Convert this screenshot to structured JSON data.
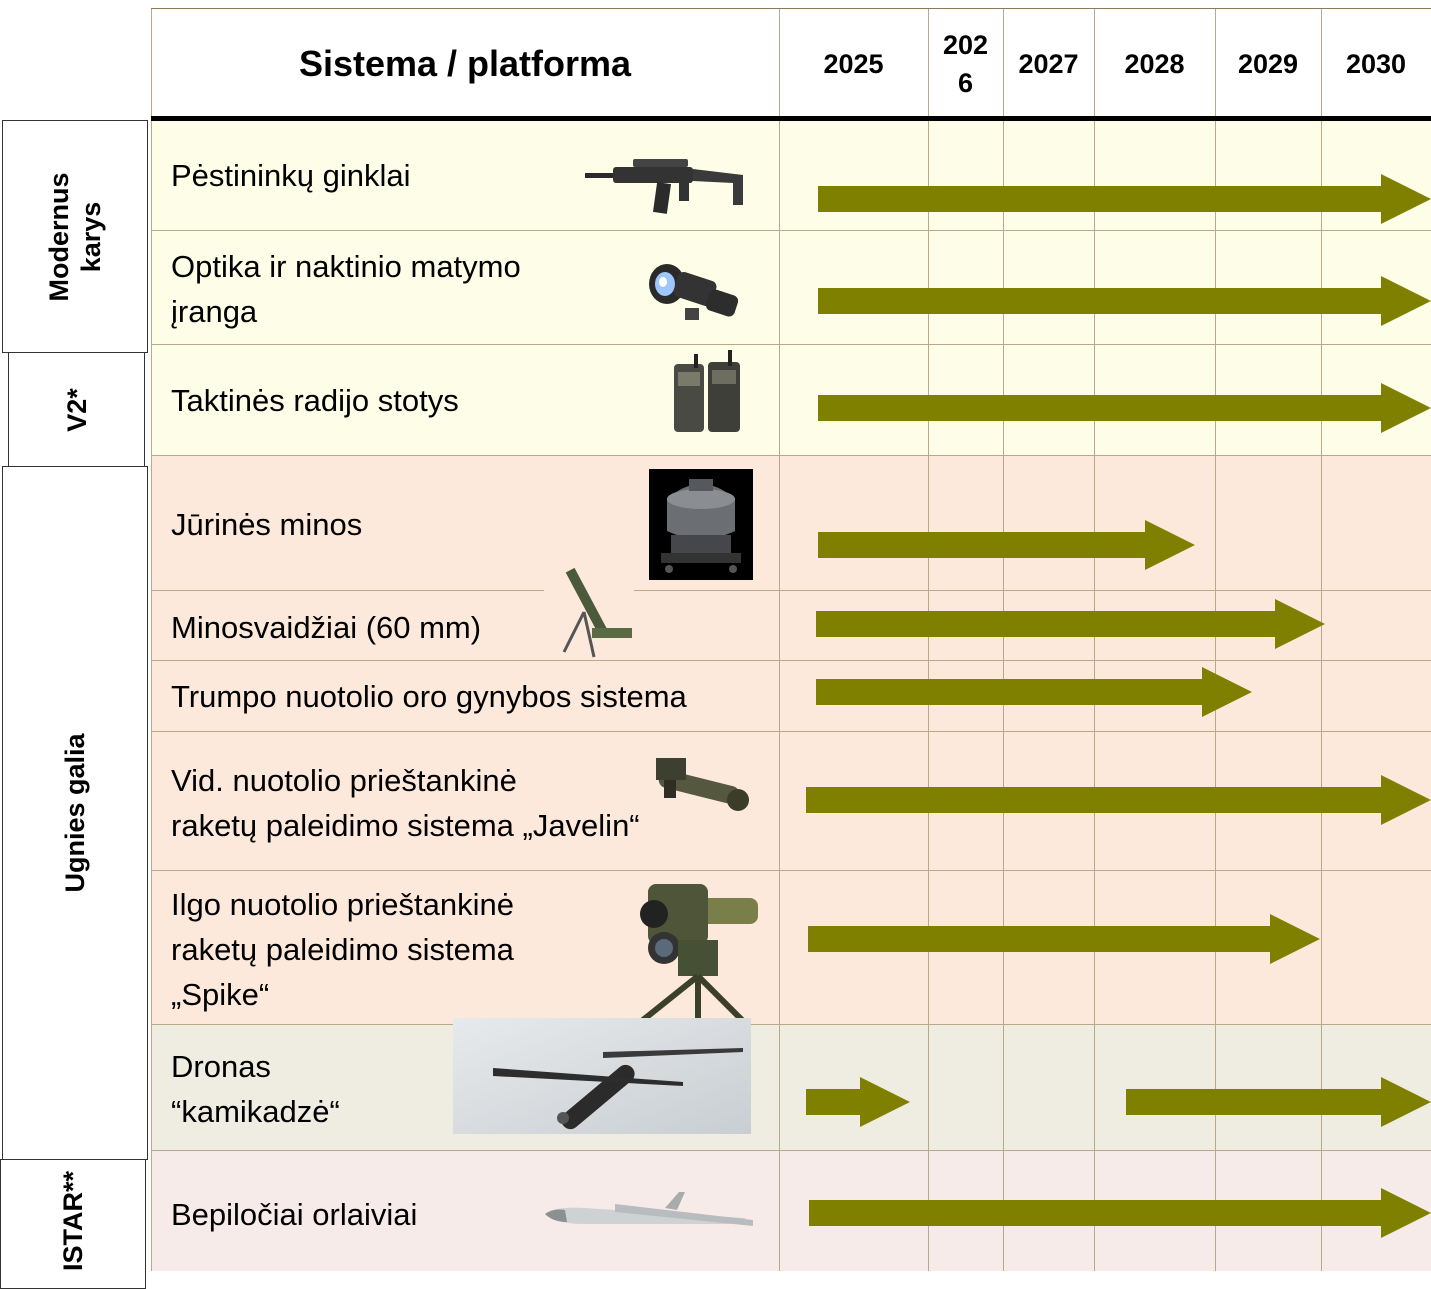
{
  "header": {
    "system_label": "Sistema / platforma",
    "years": [
      "2025",
      "202\n6",
      "2027",
      "2028",
      "2029",
      "2030"
    ]
  },
  "categories": [
    {
      "label": "Modernus\nkarys"
    },
    {
      "label": "V2*"
    },
    {
      "label": "Ugnies galia"
    },
    {
      "label": "ISTAR**"
    }
  ],
  "rows": [
    {
      "name": "Pėstininkų ginklai",
      "icon": "rifle-icon"
    },
    {
      "name": "Optika ir naktinio matymo\nįranga",
      "icon": "night-vision-icon"
    },
    {
      "name": "Taktinės radijo stotys",
      "icon": "radio-icon"
    },
    {
      "name": "Jūrinės minos",
      "icon": "naval-mine-icon"
    },
    {
      "name": "Minosvaidžiai (60 mm)",
      "icon": "mortar-icon"
    },
    {
      "name": "Trumpo nuotolio oro gynybos sistema",
      "icon": ""
    },
    {
      "name": "Vid. nuotolio prieštankinė\nraketų paleidimo sistema „Javelin“",
      "icon": "javelin-launcher-icon"
    },
    {
      "name": "Ilgo nuotolio prieštankinė\nraketų paleidimo sistema\n „Spike“",
      "icon": "spike-launcher-icon"
    },
    {
      "name": "Dronas\n“kamikadzė“",
      "icon": "kamikaze-drone-icon"
    },
    {
      "name": "Bepiločiai orlaiviai",
      "icon": "uav-icon"
    }
  ],
  "timeline_bars": [
    {
      "row": 0,
      "from_year": 2025,
      "to_year": 2030,
      "arrow": true
    },
    {
      "row": 1,
      "from_year": 2025,
      "to_year": 2030,
      "arrow": true
    },
    {
      "row": 2,
      "from_year": 2025,
      "to_year": 2030,
      "arrow": true
    },
    {
      "row": 3,
      "from_year": 2025,
      "to_year": 2028,
      "arrow": true
    },
    {
      "row": 4,
      "from_year": 2025,
      "to_year": 2029,
      "arrow": true
    },
    {
      "row": 5,
      "from_year": 2025,
      "to_year": 2028,
      "arrow": true
    },
    {
      "row": 6,
      "from_year": 2025,
      "to_year": 2030,
      "arrow": true
    },
    {
      "row": 7,
      "from_year": 2025,
      "to_year": 2029,
      "arrow": true
    },
    {
      "row": 8,
      "from_year": 2025,
      "to_year": 2025,
      "arrow": true
    },
    {
      "row": 8,
      "from_year": 2028,
      "to_year": 2030,
      "arrow": true
    },
    {
      "row": 9,
      "from_year": 2025,
      "to_year": 2030,
      "arrow": true
    }
  ],
  "colors": {
    "bar": "#808000",
    "soldier_bg": "#fdfde8",
    "fire_bg": "#fde9dc",
    "drone_bg": "#efede2",
    "istar_bg": "#f7ebe9",
    "grid": "#b8a98a"
  }
}
